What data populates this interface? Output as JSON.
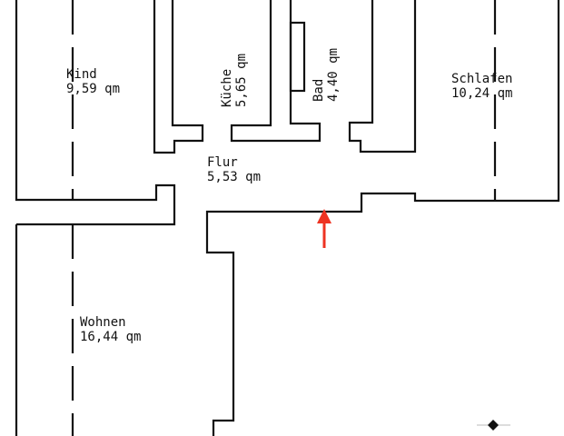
{
  "rooms": [
    {
      "name": "Kind",
      "area": "9,59 qm"
    },
    {
      "name": "Küche",
      "area": "5,65 qm"
    },
    {
      "name": "Bad",
      "area": "4,40 qm"
    },
    {
      "name": "Schlafen",
      "area": "10,24 qm"
    },
    {
      "name": "Flur",
      "area": "5,53 qm"
    },
    {
      "name": "Wohnen",
      "area": "16,44 qm"
    }
  ],
  "colors": {
    "walls": "#111111",
    "entrance_arrow": "#ee3322"
  },
  "icons": {
    "entrance": "red-arrow-up-icon",
    "marker": "diamond-icon"
  }
}
